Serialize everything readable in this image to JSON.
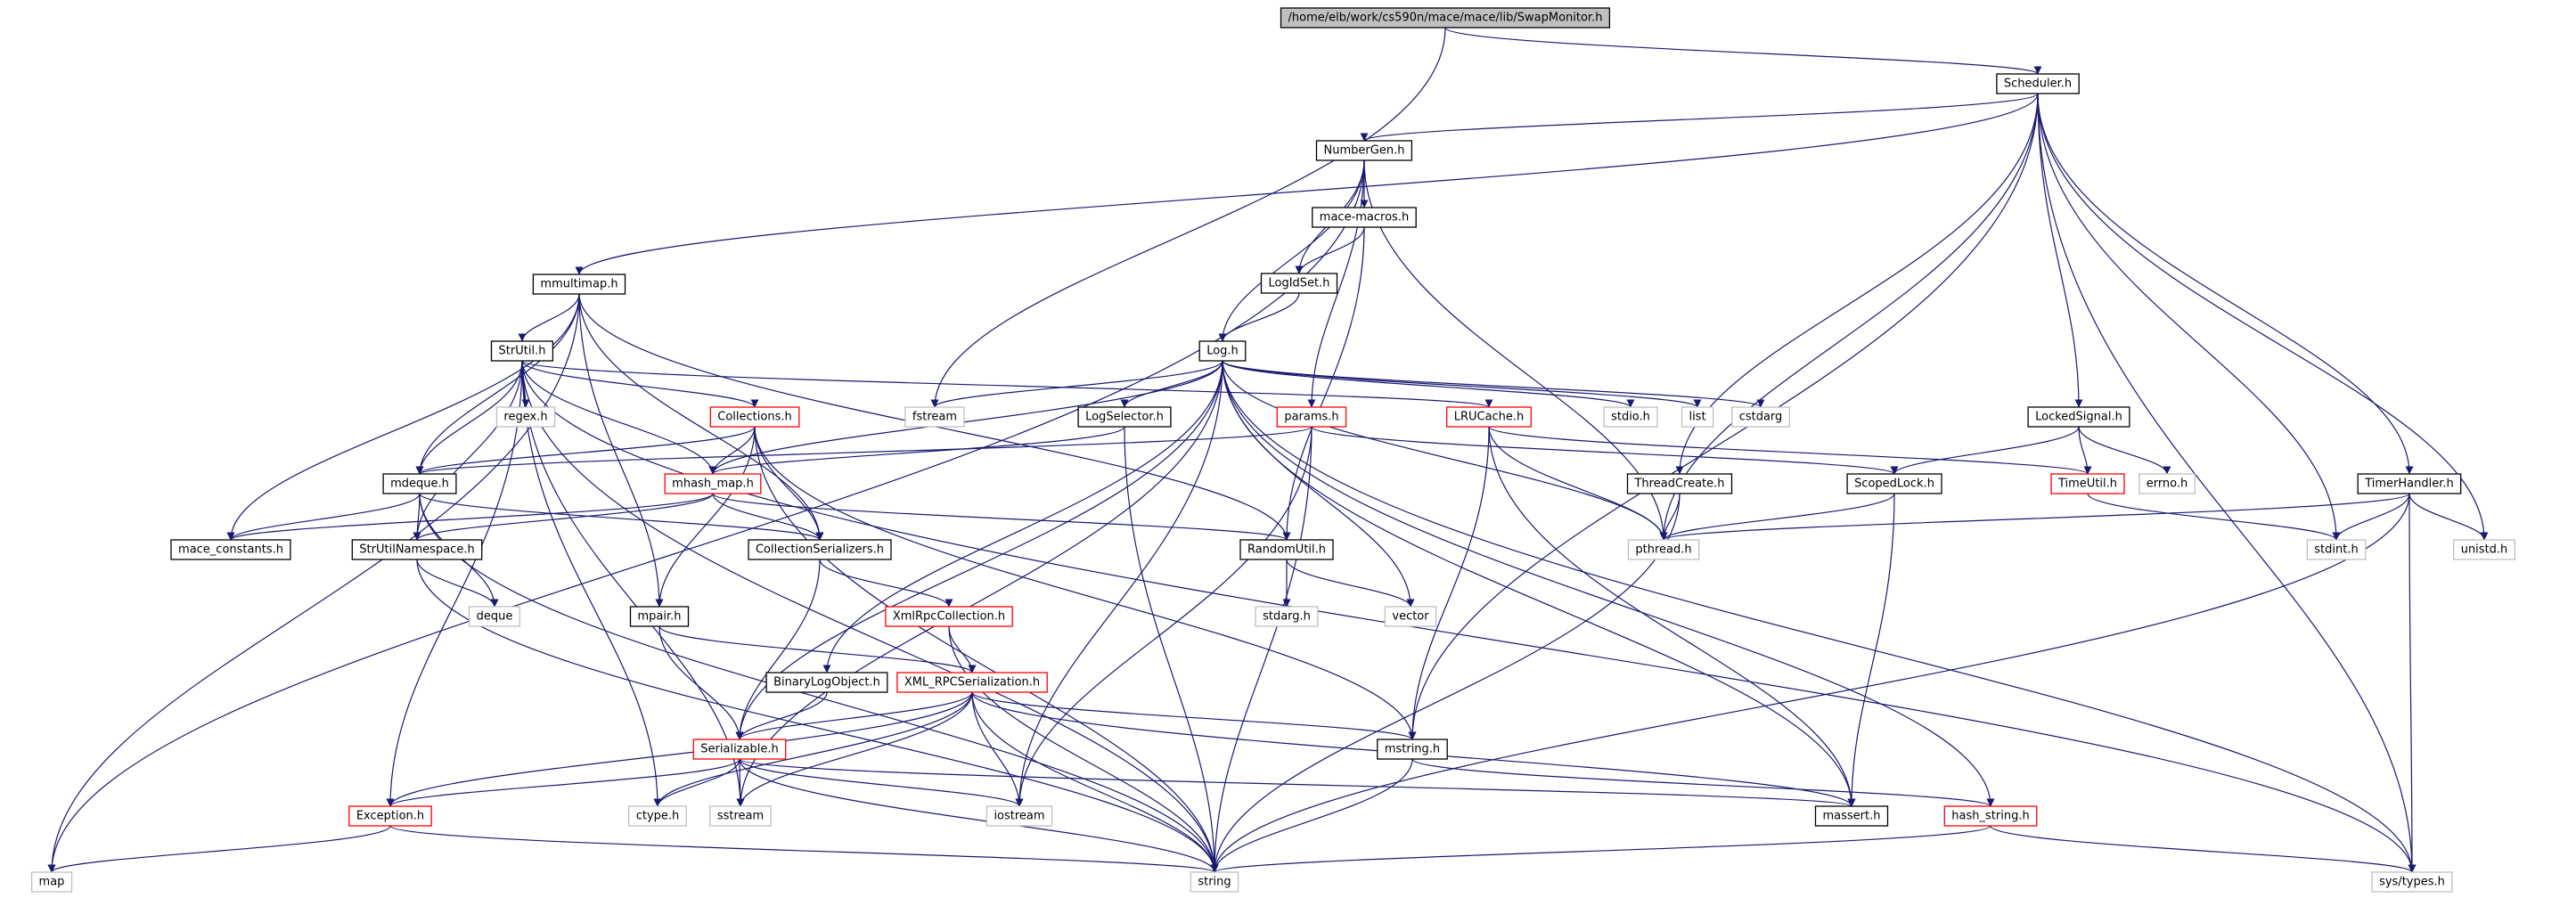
{
  "colors": {
    "edge": "#191970",
    "border_normal": "#000000",
    "border_truncated": "#ff0000",
    "border_system": "#bfbfbf",
    "fill_root": "#bfbfbf",
    "fill_normal": "#ffffff"
  },
  "nodes": [
    {
      "id": "root",
      "label": "/home/elb/work/cs590n/mace/mace/lib/SwapMonitor.h",
      "kind": "root"
    },
    {
      "id": "scheduler",
      "label": "Scheduler.h",
      "kind": "normal"
    },
    {
      "id": "numbergen",
      "label": "NumberGen.h",
      "kind": "normal"
    },
    {
      "id": "macemacros",
      "label": "mace-macros.h",
      "kind": "normal"
    },
    {
      "id": "logidset",
      "label": "LogIdSet.h",
      "kind": "normal"
    },
    {
      "id": "mmultimap",
      "label": "mmultimap.h",
      "kind": "normal"
    },
    {
      "id": "strutil",
      "label": "StrUtil.h",
      "kind": "normal"
    },
    {
      "id": "logh",
      "label": "Log.h",
      "kind": "normal"
    },
    {
      "id": "regex",
      "label": "regex.h",
      "kind": "system"
    },
    {
      "id": "collections",
      "label": "Collections.h",
      "kind": "truncated"
    },
    {
      "id": "fstream",
      "label": "fstream",
      "kind": "system"
    },
    {
      "id": "logselector",
      "label": "LogSelector.h",
      "kind": "normal"
    },
    {
      "id": "params",
      "label": "params.h",
      "kind": "truncated"
    },
    {
      "id": "lrucache",
      "label": "LRUCache.h",
      "kind": "truncated"
    },
    {
      "id": "stdio",
      "label": "stdio.h",
      "kind": "system"
    },
    {
      "id": "list",
      "label": "list",
      "kind": "system"
    },
    {
      "id": "cstdarg",
      "label": "cstdarg",
      "kind": "system"
    },
    {
      "id": "lockedsignal",
      "label": "LockedSignal.h",
      "kind": "normal"
    },
    {
      "id": "mdeque",
      "label": "mdeque.h",
      "kind": "normal"
    },
    {
      "id": "mhashmap",
      "label": "mhash_map.h",
      "kind": "truncated"
    },
    {
      "id": "threadcreate",
      "label": "ThreadCreate.h",
      "kind": "normal"
    },
    {
      "id": "scopedlock",
      "label": "ScopedLock.h",
      "kind": "normal"
    },
    {
      "id": "timeutil",
      "label": "TimeUtil.h",
      "kind": "truncated"
    },
    {
      "id": "errno",
      "label": "errno.h",
      "kind": "system"
    },
    {
      "id": "timerhandler",
      "label": "TimerHandler.h",
      "kind": "normal"
    },
    {
      "id": "maceconstants",
      "label": "mace_constants.h",
      "kind": "normal"
    },
    {
      "id": "strutilns",
      "label": "StrUtilNamespace.h",
      "kind": "normal"
    },
    {
      "id": "collser",
      "label": "CollectionSerializers.h",
      "kind": "normal"
    },
    {
      "id": "randomutil",
      "label": "RandomUtil.h",
      "kind": "normal"
    },
    {
      "id": "pthread",
      "label": "pthread.h",
      "kind": "system"
    },
    {
      "id": "stdint",
      "label": "stdint.h",
      "kind": "system"
    },
    {
      "id": "unistd",
      "label": "unistd.h",
      "kind": "system"
    },
    {
      "id": "deque",
      "label": "deque",
      "kind": "system"
    },
    {
      "id": "mpair",
      "label": "mpair.h",
      "kind": "normal"
    },
    {
      "id": "xmlrpccoll",
      "label": "XmlRpcCollection.h",
      "kind": "truncated"
    },
    {
      "id": "stdarg",
      "label": "stdarg.h",
      "kind": "system"
    },
    {
      "id": "vector",
      "label": "vector",
      "kind": "system"
    },
    {
      "id": "binarylog",
      "label": "BinaryLogObject.h",
      "kind": "normal"
    },
    {
      "id": "xmlrpcser",
      "label": "XML_RPCSerialization.h",
      "kind": "truncated"
    },
    {
      "id": "serializable",
      "label": "Serializable.h",
      "kind": "truncated"
    },
    {
      "id": "mstring",
      "label": "mstring.h",
      "kind": "normal"
    },
    {
      "id": "exception",
      "label": "Exception.h",
      "kind": "truncated"
    },
    {
      "id": "ctype",
      "label": "ctype.h",
      "kind": "system"
    },
    {
      "id": "sstream",
      "label": "sstream",
      "kind": "system"
    },
    {
      "id": "iostream",
      "label": "iostream",
      "kind": "system"
    },
    {
      "id": "massert",
      "label": "massert.h",
      "kind": "normal"
    },
    {
      "id": "hashstring",
      "label": "hash_string.h",
      "kind": "truncated"
    },
    {
      "id": "map",
      "label": "map",
      "kind": "system"
    },
    {
      "id": "string",
      "label": "string",
      "kind": "system"
    },
    {
      "id": "systypes",
      "label": "sys/types.h",
      "kind": "system"
    }
  ],
  "edges": [
    [
      "root",
      "scheduler"
    ],
    [
      "root",
      "fstream"
    ],
    [
      "scheduler",
      "numbergen"
    ],
    [
      "scheduler",
      "mmultimap"
    ],
    [
      "scheduler",
      "mstring"
    ],
    [
      "scheduler",
      "pthread"
    ],
    [
      "scheduler",
      "threadcreate"
    ],
    [
      "scheduler",
      "lockedsignal"
    ],
    [
      "scheduler",
      "stdint"
    ],
    [
      "scheduler",
      "timerhandler"
    ],
    [
      "scheduler",
      "unistd"
    ],
    [
      "scheduler",
      "systypes"
    ],
    [
      "numbergen",
      "macemacros"
    ],
    [
      "numbergen",
      "logidset"
    ],
    [
      "numbergen",
      "logh"
    ],
    [
      "numbergen",
      "params"
    ],
    [
      "numbergen",
      "pthread"
    ],
    [
      "numbergen",
      "map"
    ],
    [
      "macemacros",
      "logidset"
    ],
    [
      "macemacros",
      "randomutil"
    ],
    [
      "logidset",
      "logh"
    ],
    [
      "mmultimap",
      "strutil"
    ],
    [
      "mmultimap",
      "mdeque"
    ],
    [
      "mmultimap",
      "mpair"
    ],
    [
      "mmultimap",
      "collser"
    ],
    [
      "mmultimap",
      "randomutil"
    ],
    [
      "mmultimap",
      "maceconstants"
    ],
    [
      "mmultimap",
      "map"
    ],
    [
      "strutil",
      "regex"
    ],
    [
      "strutil",
      "collections"
    ],
    [
      "strutil",
      "mdeque"
    ],
    [
      "strutil",
      "mhashmap"
    ],
    [
      "strutil",
      "strutilns"
    ],
    [
      "strutil",
      "lrucache"
    ],
    [
      "strutil",
      "exception"
    ],
    [
      "strutil",
      "ctype"
    ],
    [
      "strutil",
      "sstream"
    ],
    [
      "strutil",
      "string"
    ],
    [
      "strutil",
      "systypes"
    ],
    [
      "logh",
      "fstream"
    ],
    [
      "logh",
      "logselector"
    ],
    [
      "logh",
      "stdio"
    ],
    [
      "logh",
      "list"
    ],
    [
      "logh",
      "cstdarg"
    ],
    [
      "logh",
      "pthread"
    ],
    [
      "logh",
      "mhashmap"
    ],
    [
      "logh",
      "serializable"
    ],
    [
      "logh",
      "binarylog"
    ],
    [
      "logh",
      "iostream"
    ],
    [
      "logh",
      "vector"
    ],
    [
      "logh",
      "sstream"
    ],
    [
      "logh",
      "massert"
    ],
    [
      "logh",
      "hashstring"
    ],
    [
      "logh",
      "systypes"
    ],
    [
      "collections",
      "mdeque"
    ],
    [
      "collections",
      "mhashmap"
    ],
    [
      "collections",
      "mpair"
    ],
    [
      "collections",
      "collser"
    ],
    [
      "collections",
      "string"
    ],
    [
      "collections",
      "mstring"
    ],
    [
      "logselector",
      "mhashmap"
    ],
    [
      "logselector",
      "string"
    ],
    [
      "params",
      "mdeque"
    ],
    [
      "params",
      "scopedlock"
    ],
    [
      "params",
      "iostream"
    ],
    [
      "params",
      "string"
    ],
    [
      "lrucache",
      "mstring"
    ],
    [
      "lrucache",
      "pthread"
    ],
    [
      "lrucache",
      "timeutil"
    ],
    [
      "lrucache",
      "massert"
    ],
    [
      "lockedsignal",
      "scopedlock"
    ],
    [
      "lockedsignal",
      "timeutil"
    ],
    [
      "lockedsignal",
      "errno"
    ],
    [
      "mdeque",
      "maceconstants"
    ],
    [
      "mdeque",
      "strutilns"
    ],
    [
      "mdeque",
      "collser"
    ],
    [
      "mdeque",
      "deque"
    ],
    [
      "mdeque",
      "string"
    ],
    [
      "mhashmap",
      "randomutil"
    ],
    [
      "mhashmap",
      "collser"
    ],
    [
      "mhashmap",
      "strutilns"
    ],
    [
      "mhashmap",
      "maceconstants"
    ],
    [
      "threadcreate",
      "pthread"
    ],
    [
      "threadcreate",
      "string"
    ],
    [
      "scopedlock",
      "pthread"
    ],
    [
      "scopedlock",
      "massert"
    ],
    [
      "timeutil",
      "stdint"
    ],
    [
      "timerhandler",
      "pthread"
    ],
    [
      "timerhandler",
      "stdint"
    ],
    [
      "timerhandler",
      "unistd"
    ],
    [
      "timerhandler",
      "systypes"
    ],
    [
      "timerhandler",
      "string"
    ],
    [
      "strutilns",
      "deque"
    ],
    [
      "strutilns",
      "string"
    ],
    [
      "collser",
      "xmlrpccoll"
    ],
    [
      "collser",
      "serializable"
    ],
    [
      "randomutil",
      "stdarg"
    ],
    [
      "randomutil",
      "vector"
    ],
    [
      "mpair",
      "serializable"
    ],
    [
      "mpair",
      "xmlrpcser"
    ],
    [
      "xmlrpccoll",
      "xmlrpcser"
    ],
    [
      "xmlrpccoll",
      "string"
    ],
    [
      "binarylog",
      "serializable"
    ],
    [
      "xmlrpcser",
      "serializable"
    ],
    [
      "xmlrpcser",
      "mstring"
    ],
    [
      "xmlrpcser",
      "exception"
    ],
    [
      "xmlrpcser",
      "ctype"
    ],
    [
      "xmlrpcser",
      "sstream"
    ],
    [
      "xmlrpcser",
      "iostream"
    ],
    [
      "xmlrpcser",
      "string"
    ],
    [
      "xmlrpcser",
      "massert"
    ],
    [
      "serializable",
      "exception"
    ],
    [
      "serializable",
      "ctype"
    ],
    [
      "serializable",
      "sstream"
    ],
    [
      "serializable",
      "iostream"
    ],
    [
      "serializable",
      "string"
    ],
    [
      "serializable",
      "massert"
    ],
    [
      "mstring",
      "hashstring"
    ],
    [
      "mstring",
      "string"
    ],
    [
      "exception",
      "map"
    ],
    [
      "exception",
      "string"
    ],
    [
      "hashstring",
      "string"
    ],
    [
      "hashstring",
      "systypes"
    ]
  ]
}
